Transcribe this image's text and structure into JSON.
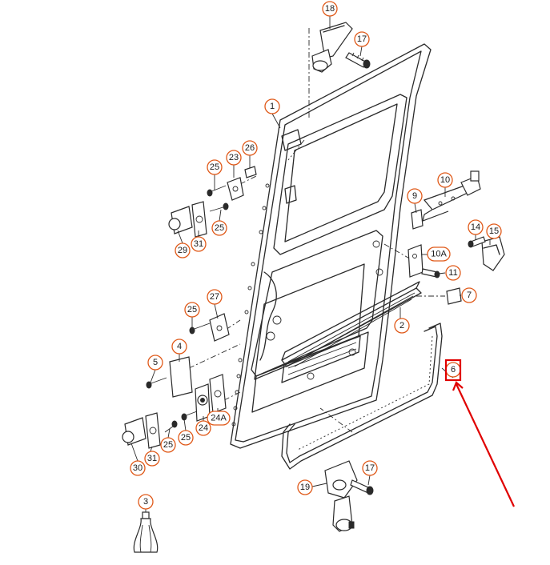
{
  "diagram": {
    "callouts": [
      {
        "id": "c18",
        "label": "18"
      },
      {
        "id": "c17a",
        "label": "17"
      },
      {
        "id": "c1",
        "label": "1"
      },
      {
        "id": "c26",
        "label": "26"
      },
      {
        "id": "c23",
        "label": "23"
      },
      {
        "id": "c25a",
        "label": "25"
      },
      {
        "id": "c25b",
        "label": "25"
      },
      {
        "id": "c31a",
        "label": "31"
      },
      {
        "id": "c29",
        "label": "29"
      },
      {
        "id": "c10",
        "label": "10"
      },
      {
        "id": "c9",
        "label": "9"
      },
      {
        "id": "c14",
        "label": "14"
      },
      {
        "id": "c15",
        "label": "15"
      },
      {
        "id": "c10a",
        "label": "10A"
      },
      {
        "id": "c11",
        "label": "11"
      },
      {
        "id": "c7",
        "label": "7"
      },
      {
        "id": "c27",
        "label": "27"
      },
      {
        "id": "c25c",
        "label": "25"
      },
      {
        "id": "c2",
        "label": "2"
      },
      {
        "id": "c4",
        "label": "4"
      },
      {
        "id": "c5",
        "label": "5"
      },
      {
        "id": "c6",
        "label": "6"
      },
      {
        "id": "c24",
        "label": "24"
      },
      {
        "id": "c24a",
        "label": "24A"
      },
      {
        "id": "c25d",
        "label": "25"
      },
      {
        "id": "c25e",
        "label": "25"
      },
      {
        "id": "c31b",
        "label": "31"
      },
      {
        "id": "c30",
        "label": "30"
      },
      {
        "id": "c17b",
        "label": "17"
      },
      {
        "id": "c19",
        "label": "19"
      },
      {
        "id": "c3",
        "label": "3"
      }
    ],
    "highlight": {
      "target": "6",
      "color": "#e00000"
    },
    "callout_color": "#e05a1a"
  }
}
